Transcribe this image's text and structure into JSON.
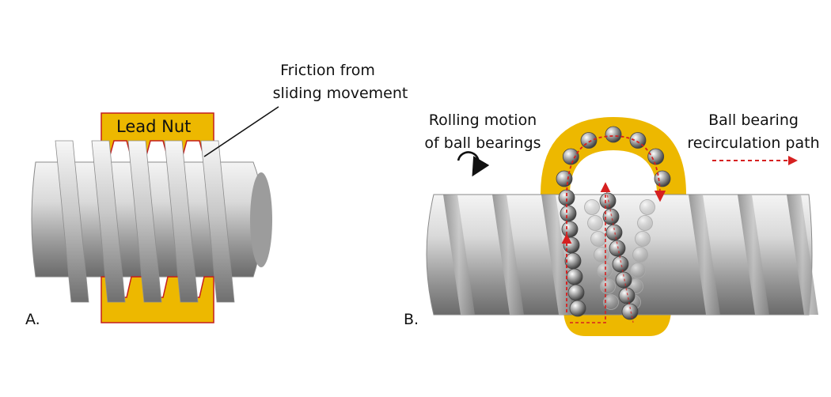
{
  "panel_a": {
    "letter": "A.",
    "nut_label": "Lead Nut",
    "callout_line1": "Friction from",
    "callout_line2": "sliding movement"
  },
  "panel_b": {
    "letter": "B.",
    "rolling_line1": "Rolling motion",
    "rolling_line2": "of ball bearings",
    "recirc_line1": "Ball bearing",
    "recirc_line2": "recirculation path"
  },
  "colors": {
    "nut": "#EDB800",
    "nut_edge": "#C41E1E",
    "path": "#D62020",
    "metal_light": "#E4E4E4",
    "metal_dark": "#6A6A6A"
  },
  "icons": {
    "rotation": "clockwise-arrow-icon",
    "path_arrow": "dashed-arrow-icon"
  }
}
